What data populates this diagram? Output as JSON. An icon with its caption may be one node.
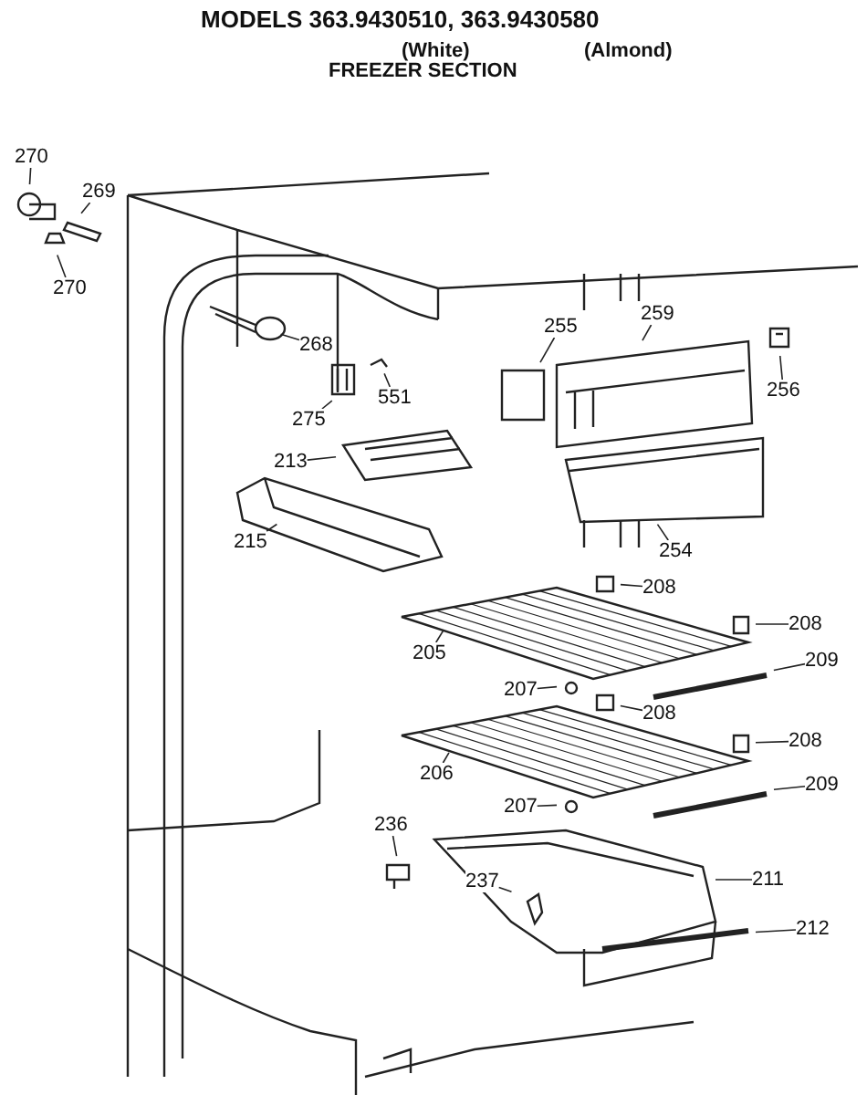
{
  "diagram": {
    "title": "MODELS 363.9430510, 363.9430580",
    "labels": [
      "(White)",
      "(Almond)",
      "FREEZER SECTION"
    ],
    "nodes": [
      {
        "text": [
          "270"
        ]
      },
      {
        "text": [
          "269"
        ]
      },
      {
        "text": [
          "270"
        ]
      },
      {
        "text": [
          "259"
        ]
      },
      {
        "text": [
          "255"
        ]
      },
      {
        "text": [
          "268"
        ]
      },
      {
        "text": [
          "256"
        ]
      },
      {
        "text": [
          "551"
        ]
      },
      {
        "text": [
          "275"
        ]
      },
      {
        "text": [
          "213"
        ]
      },
      {
        "text": [
          "215"
        ]
      },
      {
        "text": [
          "254"
        ]
      },
      {
        "text": [
          "208"
        ]
      },
      {
        "text": [
          "208"
        ]
      },
      {
        "text": [
          "205"
        ]
      },
      {
        "text": [
          "209"
        ]
      },
      {
        "text": [
          "207"
        ]
      },
      {
        "text": [
          "208"
        ]
      },
      {
        "text": [
          "208"
        ]
      },
      {
        "text": [
          "206"
        ]
      },
      {
        "text": [
          "209"
        ]
      },
      {
        "text": [
          "207"
        ]
      },
      {
        "text": [
          "236"
        ]
      },
      {
        "text": [
          "211"
        ]
      },
      {
        "text": [
          "237"
        ]
      },
      {
        "text": [
          "212"
        ]
      }
    ],
    "edges": [
      {
        "from": 0,
        "to": null,
        "arrow": "none"
      },
      {
        "from": 1,
        "to": null,
        "arrow": "none"
      },
      {
        "from": 2,
        "to": null,
        "arrow": "none"
      },
      {
        "from": 3,
        "to": null,
        "arrow": "none"
      },
      {
        "from": 4,
        "to": null,
        "arrow": "none"
      },
      {
        "from": 5,
        "to": null,
        "arrow": "none"
      },
      {
        "from": 6,
        "to": null,
        "arrow": "none"
      },
      {
        "from": 7,
        "to": null,
        "arrow": "none"
      },
      {
        "from": 8,
        "to": null,
        "arrow": "none"
      },
      {
        "from": 9,
        "to": null,
        "arrow": "none"
      },
      {
        "from": 10,
        "to": null,
        "arrow": "none"
      },
      {
        "from": 11,
        "to": null,
        "arrow": "none"
      },
      {
        "from": 12,
        "to": null,
        "arrow": "none"
      },
      {
        "from": 13,
        "to": null,
        "arrow": "none"
      },
      {
        "from": 14,
        "to": null,
        "arrow": "none"
      },
      {
        "from": 15,
        "to": null,
        "arrow": "none"
      },
      {
        "from": 16,
        "to": null,
        "arrow": "none"
      },
      {
        "from": 17,
        "to": null,
        "arrow": "none"
      },
      {
        "from": 18,
        "to": null,
        "arrow": "none"
      },
      {
        "from": 19,
        "to": null,
        "arrow": "none"
      },
      {
        "from": 20,
        "to": null,
        "arrow": "none"
      },
      {
        "from": 21,
        "to": null,
        "arrow": "none"
      },
      {
        "from": 22,
        "to": null,
        "arrow": "none"
      },
      {
        "from": 23,
        "to": null,
        "arrow": "none"
      },
      {
        "from": 24,
        "to": null,
        "arrow": "none"
      },
      {
        "from": 25,
        "to": null,
        "arrow": "none"
      }
    ]
  }
}
